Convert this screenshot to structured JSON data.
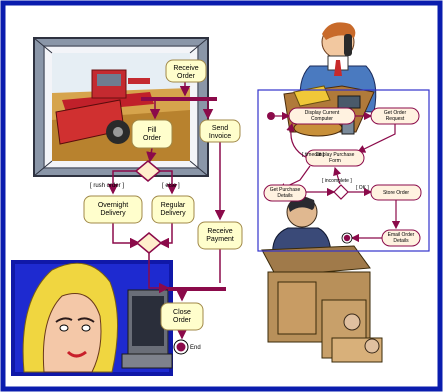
{
  "frame_color": "#0a1cae",
  "left_diagram": {
    "nodes": {
      "receive_order": "Receive\nOrder",
      "fill_order": "Fill\nOrder",
      "send_invoice": "Send\nInvoice",
      "overnight_delivery": "Overnight\nDelivery",
      "regular_delivery": "Regular\nDelivery",
      "receive_payment": "Receive\nPayment",
      "close_order": "Close\nOrder"
    },
    "guards": {
      "rush_order": "[ rush order ]",
      "else": "[ else ]"
    },
    "end_label": "End",
    "colors": {
      "node_fill": "#fffecc",
      "node_stroke": "#a08848",
      "flow": "#8b0a4a",
      "decision": "#ffeecc"
    }
  },
  "right_diagram": {
    "nodes": {
      "display_current_computer": "Display Current\nComputer",
      "get_order_request": "Get Order\nRequest",
      "display_purchase_form": "Display Purchase\nForm",
      "get_purchase_details": "Get Purchase\nDetails",
      "store_order": "Store Order",
      "email_order_details": "Email Order\nDetails"
    },
    "guards": {
      "timeout": "[ timeout ]",
      "incomplete": "[ incomplete ]",
      "ok": "[ OK ]"
    },
    "colors": {
      "node_fill": "#fff2e0",
      "flow": "#8b0a4a",
      "border": "#3333cc"
    }
  },
  "clipart": [
    "harvester-clipart",
    "phone-man-clipart",
    "woman-computer-clipart",
    "clerk-desk-clipart"
  ]
}
